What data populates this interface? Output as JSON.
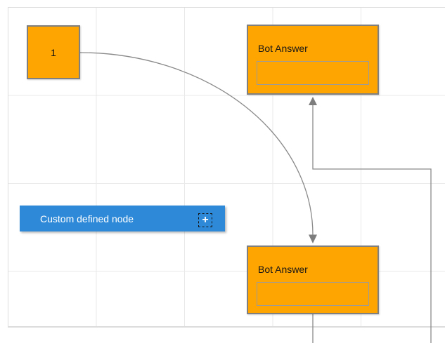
{
  "diagram": {
    "nodes": {
      "start": {
        "label": "1"
      },
      "bot_answer_top": {
        "title": "Bot Answer",
        "field_value": ""
      },
      "bot_answer_bottom": {
        "title": "Bot Answer",
        "field_value": ""
      },
      "custom": {
        "label": "Custom defined node",
        "add_button": "+"
      }
    },
    "connectors": [
      {
        "name": "curve-start-to-bottom-bot",
        "type": "curved",
        "arrow": "down"
      },
      {
        "name": "elbow-bottom-bot-to-top-bot",
        "type": "orthogonal",
        "arrow": "up"
      }
    ],
    "colors": {
      "node_orange": "#FFA502",
      "node_border": "#7F7F7F",
      "field_border": "#9B9B9B",
      "custom_blue": "#2E8AD8",
      "connector_gray": "#8A8A8A",
      "arrowhead_gray": "#7D7D7D",
      "grid_line": "#E9E9E9",
      "canvas_border": "#DCDCDC"
    }
  }
}
